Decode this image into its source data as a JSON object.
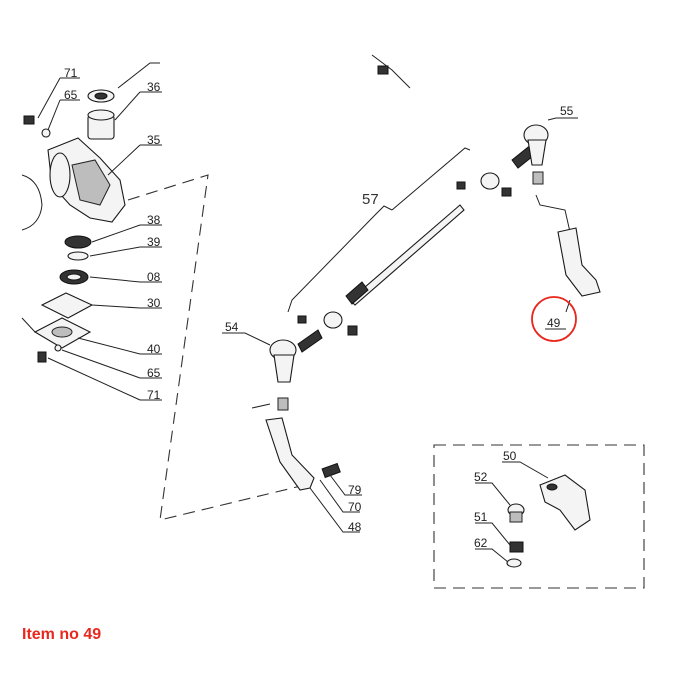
{
  "caption": "Item no 49",
  "highlight_color": "#e8281e",
  "group_label": "57",
  "callouts": {
    "c71a": "71",
    "c65a": "65",
    "c36": "36",
    "c35": "35",
    "c38": "38",
    "c39": "39",
    "c08": "08",
    "c30": "30",
    "c40": "40",
    "c65b": "65",
    "c71b": "71",
    "c54": "54",
    "c55": "55",
    "c49": "49",
    "c79": "79",
    "c70": "70",
    "c48": "48",
    "c50": "50",
    "c52": "52",
    "c51": "51",
    "c62": "62"
  }
}
